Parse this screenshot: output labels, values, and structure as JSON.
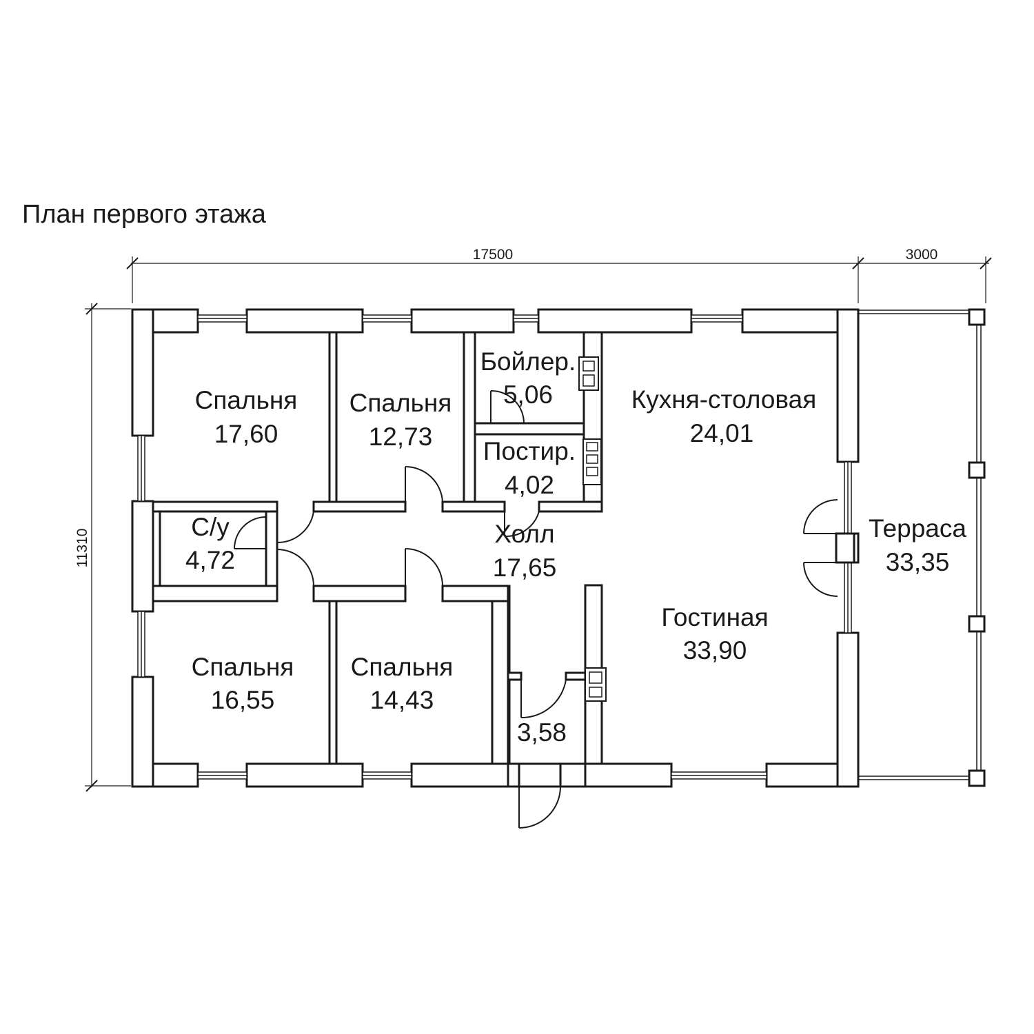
{
  "title": "План первого этажа",
  "dimensions": {
    "width_main": "17500",
    "width_terrace": "3000",
    "height": "11310"
  },
  "rooms": [
    {
      "id": "bedroom-1",
      "name": "Спальня",
      "area": "17,60"
    },
    {
      "id": "bedroom-2",
      "name": "Спальня",
      "area": "12,73"
    },
    {
      "id": "boiler",
      "name": "Бойлер.",
      "area": "5,06"
    },
    {
      "id": "laundry",
      "name": "Постир.",
      "area": "4,02"
    },
    {
      "id": "kitchen",
      "name": "Кухня-столовая",
      "area": "24,01"
    },
    {
      "id": "wc",
      "name": "С/у",
      "area": "4,72"
    },
    {
      "id": "hall",
      "name": "Холл",
      "area": "17,65"
    },
    {
      "id": "terrace",
      "name": "Терраса",
      "area": "33,35"
    },
    {
      "id": "living",
      "name": "Гостиная",
      "area": "33,90"
    },
    {
      "id": "bedroom-3",
      "name": "Спальня",
      "area": "16,55"
    },
    {
      "id": "bedroom-4",
      "name": "Спальня",
      "area": "14,43"
    },
    {
      "id": "vestibule",
      "name": "",
      "area": "3,58"
    }
  ]
}
